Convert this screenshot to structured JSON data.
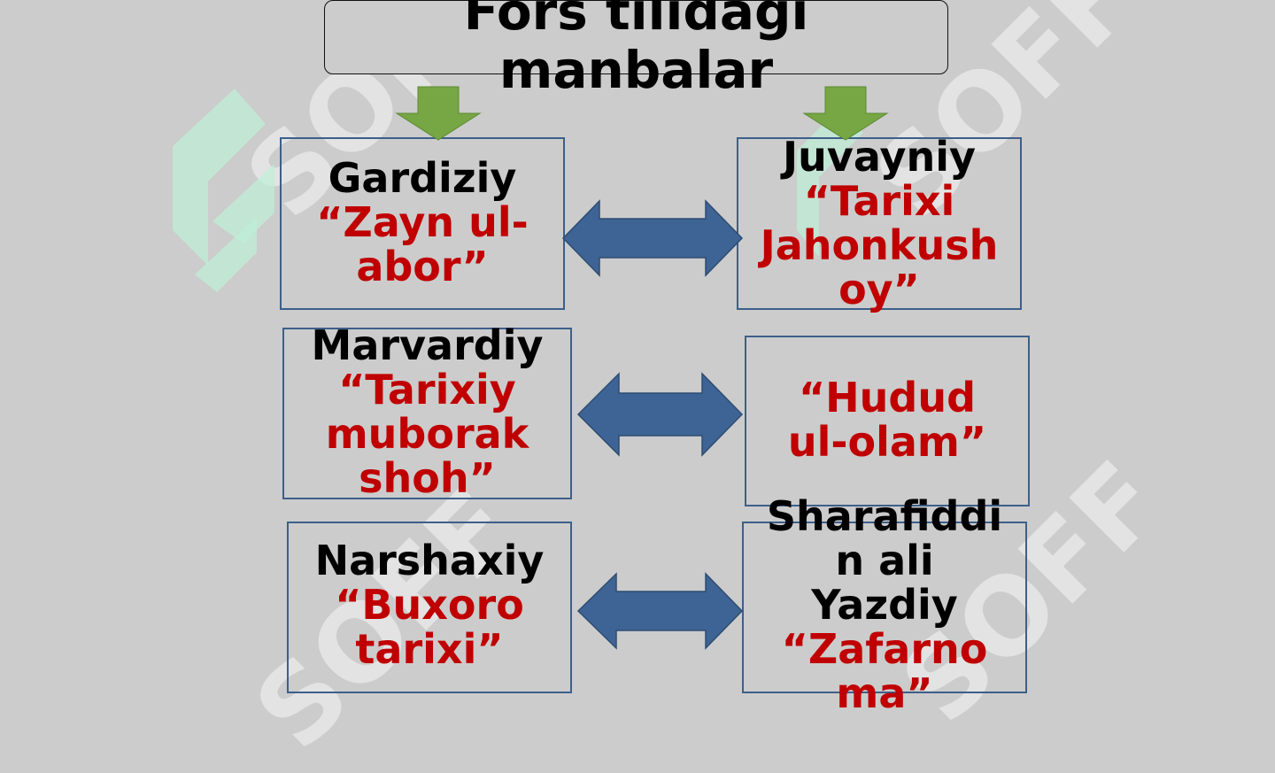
{
  "title": "Fors tilidagi\nmanbalar",
  "colors": {
    "background": "#cccccc",
    "box_border": "#3d5f8a",
    "arrow_fill": "#3d6494",
    "down_arrow_fill": "#77a644",
    "author_text": "#000000",
    "work_text": "#c00000"
  },
  "watermark": "SOFF",
  "sources": [
    {
      "author": "Gardiziy",
      "work": "“Zayn ul-\nabor”"
    },
    {
      "author": "Juvayniy",
      "work": "“Tarixi\nJahonkush\noy”"
    },
    {
      "author": "Marvardiy",
      "work": "“Tarixiy\nmuborak\nshoh”"
    },
    {
      "author": "",
      "work": "“Hudud\nul-olam”"
    },
    {
      "author": "Narshaxiy",
      "work": "“Buxoro\ntarixi”"
    },
    {
      "author": "Sharafiddi\nn ali\nYazdiy",
      "work": "“Zafarno\nma”"
    }
  ]
}
